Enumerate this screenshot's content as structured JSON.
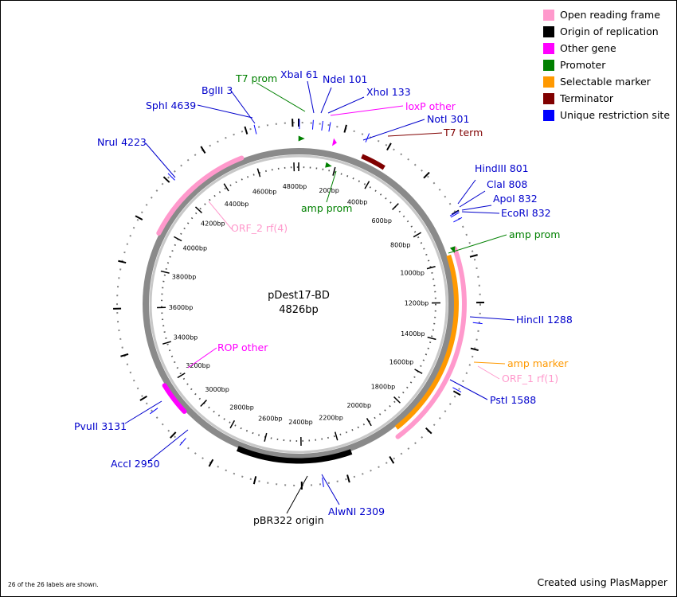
{
  "plasmid": {
    "name": "pDest17-BD",
    "size_label": "4826bp",
    "length": 4826
  },
  "legend": [
    {
      "label": "Open reading frame",
      "color": "#ff99cc"
    },
    {
      "label": "Origin of replication",
      "color": "#000000"
    },
    {
      "label": "Other gene",
      "color": "#ff00ff"
    },
    {
      "label": "Promoter",
      "color": "#008000"
    },
    {
      "label": "Selectable marker",
      "color": "#ff9900"
    },
    {
      "label": "Terminator",
      "color": "#800000"
    },
    {
      "label": "Unique restriction site",
      "color": "#0000ff"
    }
  ],
  "ruler_labels": [
    "200bp",
    "400bp",
    "600bp",
    "800bp",
    "1000bp",
    "1200bp",
    "1400bp",
    "1600bp",
    "1800bp",
    "2000bp",
    "2200bp",
    "2400bp",
    "2600bp",
    "2800bp",
    "3000bp",
    "3200bp",
    "3400bp",
    "3600bp",
    "3800bp",
    "4000bp",
    "4200bp",
    "4400bp",
    "4600bp",
    "4800bp"
  ],
  "features": [
    {
      "type": "orf",
      "label": "ORF_1 rf(1)",
      "start": 945,
      "end": 1920,
      "color": "#ff99cc"
    },
    {
      "type": "marker",
      "label": "amp marker",
      "start": 965,
      "end": 1900,
      "color": "#ff9900"
    },
    {
      "type": "origin",
      "label": "pBR322 origin",
      "start": 2150,
      "end": 2720,
      "color": "#000000"
    },
    {
      "type": "orf",
      "label": "ORF_2 rf(4)",
      "start": 3980,
      "end": 4540,
      "color": "#ff99cc"
    },
    {
      "type": "other",
      "label": "ROP other",
      "start": 3040,
      "end": 3200,
      "color": "#ff00ff"
    },
    {
      "type": "terminator",
      "label": "T7 term",
      "start": 310,
      "end": 430,
      "color": "#800000"
    },
    {
      "type": "promoter",
      "label": "T7 prom",
      "pos": 10,
      "color": "#008000"
    },
    {
      "type": "other",
      "label": "loxP other",
      "pos": 160,
      "color": "#ff00ff"
    },
    {
      "type": "promoter",
      "label": "amp prom",
      "pos": 160,
      "color": "#008000"
    },
    {
      "type": "promoter",
      "label": "amp prom",
      "pos": 945,
      "color": "#008000"
    }
  ],
  "site_labels": [
    {
      "text": "BglII 3",
      "color": "#0000cc"
    },
    {
      "text": "XbaI 61",
      "color": "#0000cc"
    },
    {
      "text": "NdeI 101",
      "color": "#0000cc"
    },
    {
      "text": "XhoI 133",
      "color": "#0000cc"
    },
    {
      "text": "NotI 301",
      "color": "#0000cc"
    },
    {
      "text": "HindIII 801",
      "color": "#0000cc"
    },
    {
      "text": "ClaI 808",
      "color": "#0000cc"
    },
    {
      "text": "ApoI 832",
      "color": "#0000cc"
    },
    {
      "text": "EcoRI 832",
      "color": "#0000cc"
    },
    {
      "text": "HincII 1288",
      "color": "#0000cc"
    },
    {
      "text": "PstI 1588",
      "color": "#0000cc"
    },
    {
      "text": "AlwNI 2309",
      "color": "#0000cc"
    },
    {
      "text": "AccI 2950",
      "color": "#0000cc"
    },
    {
      "text": "PvuII 3131",
      "color": "#0000cc"
    },
    {
      "text": "NruI 4223",
      "color": "#0000cc"
    },
    {
      "text": "SphI 4639",
      "color": "#0000cc"
    }
  ],
  "feature_labels": [
    {
      "text": "T7 prom",
      "color": "#008000"
    },
    {
      "text": "loxP other",
      "color": "#ff00ff"
    },
    {
      "text": "T7 term",
      "color": "#800000"
    },
    {
      "text": "amp prom",
      "color": "#008000"
    },
    {
      "text": "amp prom",
      "color": "#008000"
    },
    {
      "text": "amp marker",
      "color": "#ff9900"
    },
    {
      "text": "ORF_1 rf(1)",
      "color": "#ff99cc"
    },
    {
      "text": "pBR322 origin",
      "color": "#000000"
    },
    {
      "text": "ROP other",
      "color": "#ff00ff"
    },
    {
      "text": "ORF_2 rf(4)",
      "color": "#ff99cc"
    }
  ],
  "footer": {
    "labels_note": "26 of the 26 labels are shown.",
    "credit": "Created using PlasMapper"
  }
}
